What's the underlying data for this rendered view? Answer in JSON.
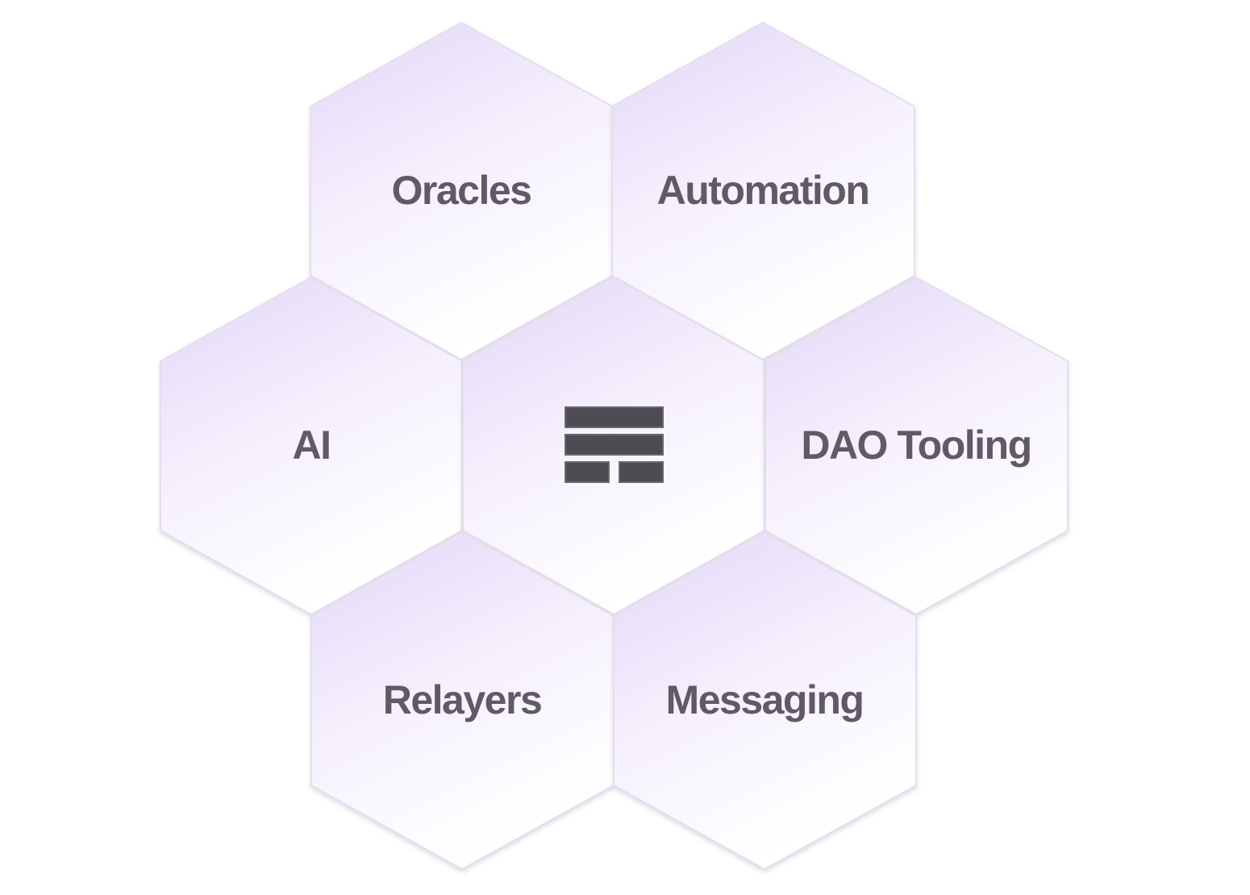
{
  "colors": {
    "hex_top": "#e3d6f8",
    "hex_bottom": "#ffffff",
    "hex_edge": "#ddd8e6",
    "label": "#5f5a66",
    "logo": "#4e4c53"
  },
  "hexagons": [
    {
      "id": "oracles",
      "label": "Oracles"
    },
    {
      "id": "automation",
      "label": "Automation"
    },
    {
      "id": "ai",
      "label": "AI"
    },
    {
      "id": "center",
      "label": "",
      "icon": "stacked-blocks-logo-icon"
    },
    {
      "id": "dao-tooling",
      "label": "DAO Tooling"
    },
    {
      "id": "relayers",
      "label": "Relayers"
    },
    {
      "id": "messaging",
      "label": "Messaging"
    }
  ]
}
